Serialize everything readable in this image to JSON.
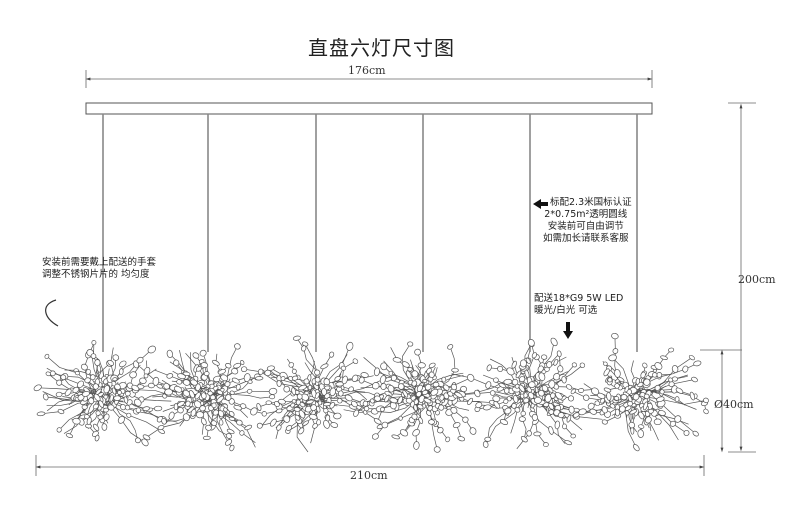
{
  "title": "直盘六灯尺寸图",
  "dimensions": {
    "top_width": "176cm",
    "height": "200cm",
    "diameter": "Ø40cm",
    "bottom_width": "210cm"
  },
  "notes": {
    "left_note": [
      "安装前需要戴上配送的手套",
      "调整不锈钢片片的 均匀度"
    ],
    "cable_note": [
      "标配2.3米国标认证",
      "2*0.75m²透明圆线",
      "安装前可自由调节",
      "如需加长请联系客服"
    ],
    "bulb_note": [
      "配送18*G9 5W LED",
      "暖光/白光 可选"
    ]
  },
  "fixture": {
    "pendant_count": 6,
    "line_color": "#888888",
    "branch_color": "#555555"
  }
}
